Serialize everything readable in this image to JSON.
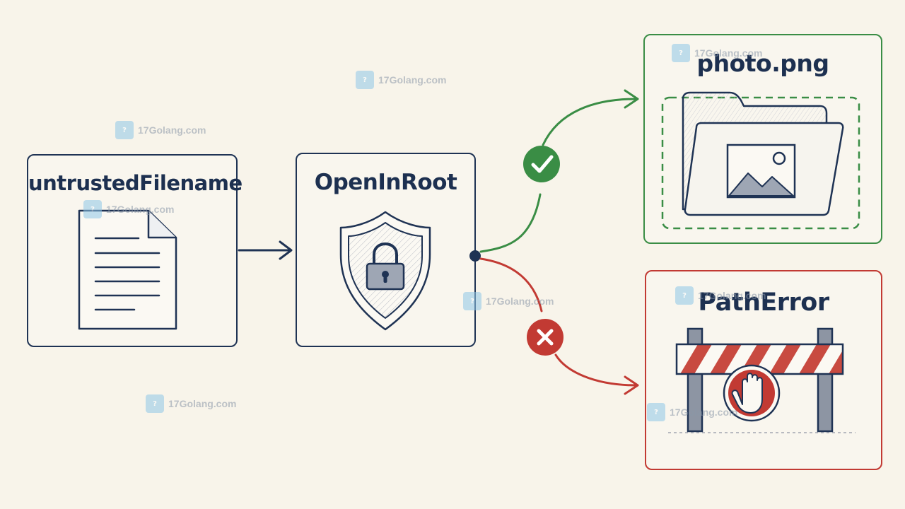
{
  "nodes": {
    "input": {
      "label": "untrustedFilename"
    },
    "guard": {
      "label": "OpenInRoot"
    },
    "success": {
      "label": "photo.png"
    },
    "failure": {
      "label": "PathError"
    }
  },
  "watermark": {
    "text": "17Golang.com"
  },
  "colors": {
    "navy": "#1f3354",
    "green": "#3a8d45",
    "red": "#c23a33",
    "background": "#f8f4ea"
  },
  "icons": {
    "input": "document-icon",
    "guard": "shield-lock-icon",
    "success": "folder-image-icon",
    "failure": "barrier-stop-hand-icon",
    "success_badge": "check-icon",
    "failure_badge": "cross-icon"
  }
}
